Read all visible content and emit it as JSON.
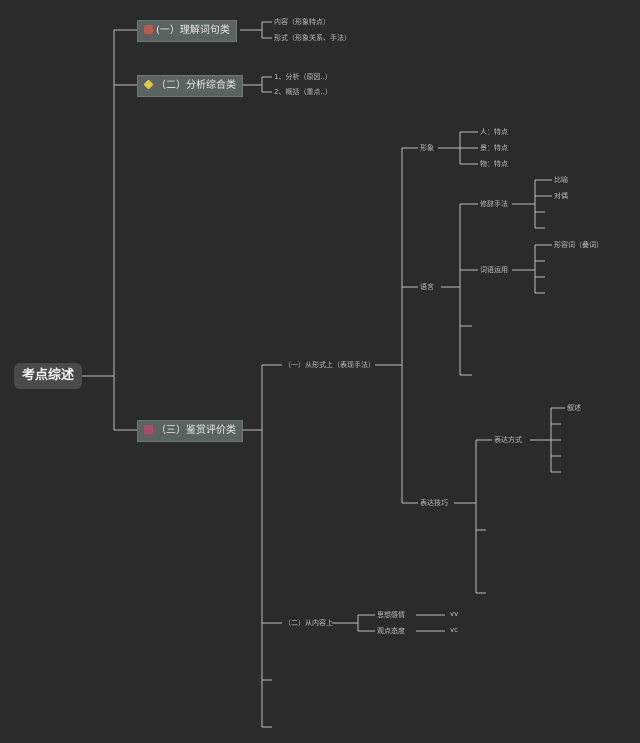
{
  "root": "考点综述",
  "cat1": {
    "label": "(一）理解词句类",
    "items": [
      "内容（形象特点）",
      "形式（形象关系、手法）"
    ]
  },
  "cat2": {
    "label": "（二）分析综合类",
    "items": [
      "1、分析（原因..）",
      "2、概括（重点..）"
    ]
  },
  "cat3": {
    "label": "（三）鉴赏评价类",
    "a": {
      "label": "（一）从形式上（表现手法）",
      "xingxiang": {
        "label": "形象",
        "items": [
          "人：特点",
          "景：特点",
          "物：特点"
        ]
      },
      "yuyan": {
        "label": "语言",
        "xiuci": {
          "label": "修辞手法",
          "items": [
            "比喻",
            "对偶"
          ]
        },
        "ciyu": {
          "label": "词语运用",
          "items": [
            "形容词（叠词）"
          ]
        }
      },
      "biaoda": {
        "label": "表达技巧",
        "fangshi": {
          "label": "表达方式",
          "items": [
            "叙述"
          ]
        }
      }
    },
    "b": {
      "label": "（二）从内容上",
      "items": [
        {
          "label": "思想感情",
          "tag": "vv"
        },
        {
          "label": "观点态度",
          "tag": "vc"
        }
      ]
    }
  },
  "colors": {
    "background": "#2b2b2b",
    "line": "#bdbdbd",
    "box": "#5a6360",
    "root": "#4a4a4a"
  },
  "icons": [
    "flag-icon",
    "diamond-icon",
    "star-icon"
  ]
}
